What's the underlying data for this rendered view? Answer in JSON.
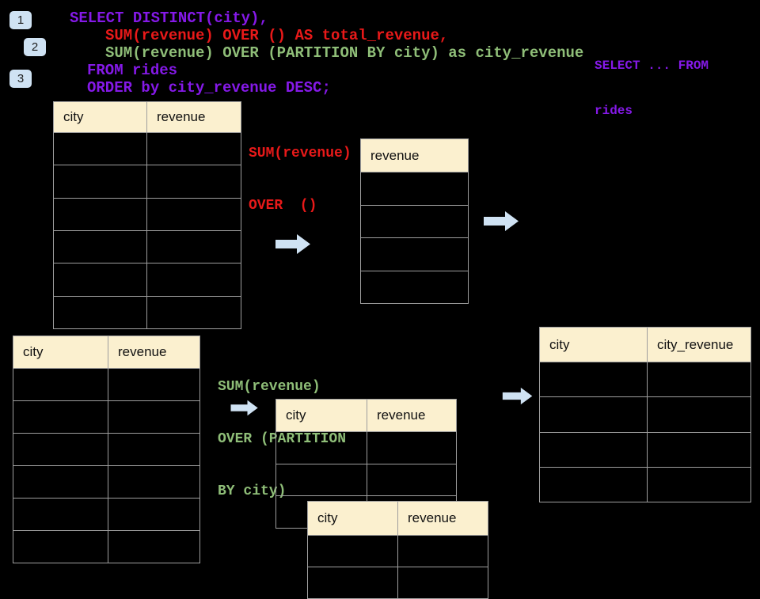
{
  "colors": {
    "background": "#000000",
    "purple": "#8519E8",
    "red": "#E81919",
    "green": "#8FBE78",
    "accent_blue": "#CFE2F3",
    "header_fill": "#FBF0CF",
    "border": "#9E9E9E",
    "header_text": "#111111",
    "badge_text": "#1C1C1C"
  },
  "steps": [
    "1",
    "2",
    "3"
  ],
  "sql": {
    "lines": [
      {
        "text": "SELECT DISTINCT(city),",
        "color": "purple"
      },
      {
        "text": "SUM(revenue) OVER () AS total_revenue,",
        "color": "red"
      },
      {
        "text": "SUM(revenue) OVER (PARTITION BY city) as city_revenue",
        "color": "green"
      },
      {
        "text": "FROM rides",
        "color": "purple"
      },
      {
        "text": "ORDER by city_revenue DESC;",
        "color": "purple"
      }
    ]
  },
  "side_note": {
    "line1": "SELECT ... FROM",
    "line2": "rides"
  },
  "annotations": {
    "total_revenue": {
      "line1": "SUM(revenue)",
      "line2": "OVER  ()"
    },
    "partition": {
      "line1": "SUM(revenue)",
      "line2": "OVER (PARTITION",
      "line3": "BY city)"
    }
  },
  "tables": {
    "source_top": {
      "headers": [
        "city",
        "revenue"
      ],
      "empty_rows": 6
    },
    "total_revenue_result": {
      "headers": [
        "revenue"
      ],
      "empty_rows": 4
    },
    "source_bottom": {
      "headers": [
        "city",
        "revenue"
      ],
      "empty_rows": 6
    },
    "partition_front": {
      "headers": [
        "city",
        "revenue"
      ],
      "empty_rows": 3
    },
    "partition_back": {
      "headers": [
        "city",
        "revenue"
      ],
      "empty_rows": 2
    },
    "city_revenue_result": {
      "headers": [
        "city",
        "city_revenue"
      ],
      "empty_rows": 4
    }
  }
}
